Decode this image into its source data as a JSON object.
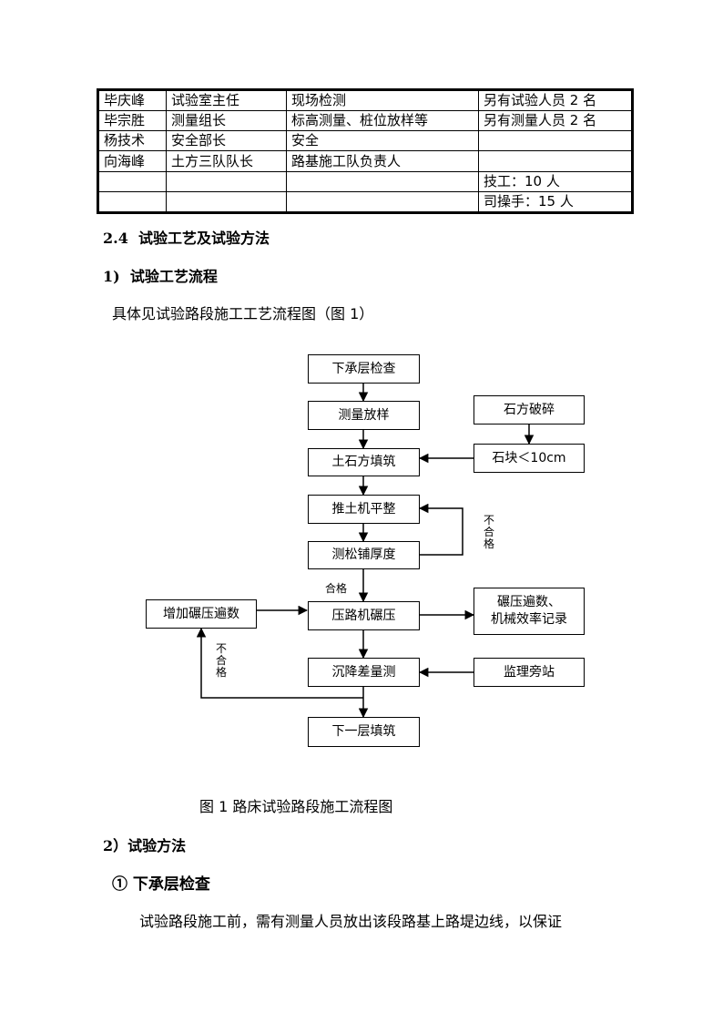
{
  "staff_table": {
    "rows": [
      [
        "毕庆峰",
        "试验室主任",
        "现场检测",
        "另有试验人员 2 名"
      ],
      [
        "毕宗胜",
        "测量组长",
        "标高测量、桩位放样等",
        "另有测量人员 2 名"
      ],
      [
        "杨技术",
        "安全部长",
        "安全",
        ""
      ],
      [
        "向海峰",
        "土方三队队长",
        "路基施工队负责人",
        ""
      ],
      [
        "",
        "",
        "",
        "技工：10 人"
      ],
      [
        "",
        "",
        "",
        "司操手：15 人"
      ]
    ]
  },
  "section_2_4": {
    "number": "2.4",
    "title": "试验工艺及试验方法"
  },
  "sub_1": {
    "number": "1)",
    "title": "试验工艺流程"
  },
  "intro_text": "具体见试验路段施工工艺流程图（图 1）",
  "flowchart": {
    "main_steps": [
      "下承层检查",
      "测量放样",
      "土石方填筑",
      "推土机平整",
      "测松铺厚度",
      "压路机碾压",
      "沉降差量测",
      "下一层填筑"
    ],
    "side_boxes": {
      "rock_break": "石方破碎",
      "rock_size": "石块＜10cm",
      "record_line1": "碾压遍数、",
      "record_line2": "机械效率记录",
      "supervisor": "监理旁站",
      "add_passes": "增加碾压遍数"
    },
    "labels": {
      "fail_top": [
        "不",
        "合",
        "格"
      ],
      "pass": "合格",
      "fail_bottom": [
        "不",
        "合",
        "格"
      ]
    }
  },
  "figure_caption": "图 1  路床试验路段施工流程图",
  "sub_2": {
    "number": "2）",
    "title": "试验方法"
  },
  "sub_2_1": {
    "number": "①",
    "title": "下承层检查"
  },
  "paragraph": "试验路段施工前，需有测量人员放出该段路基上路堤边线，以保证"
}
